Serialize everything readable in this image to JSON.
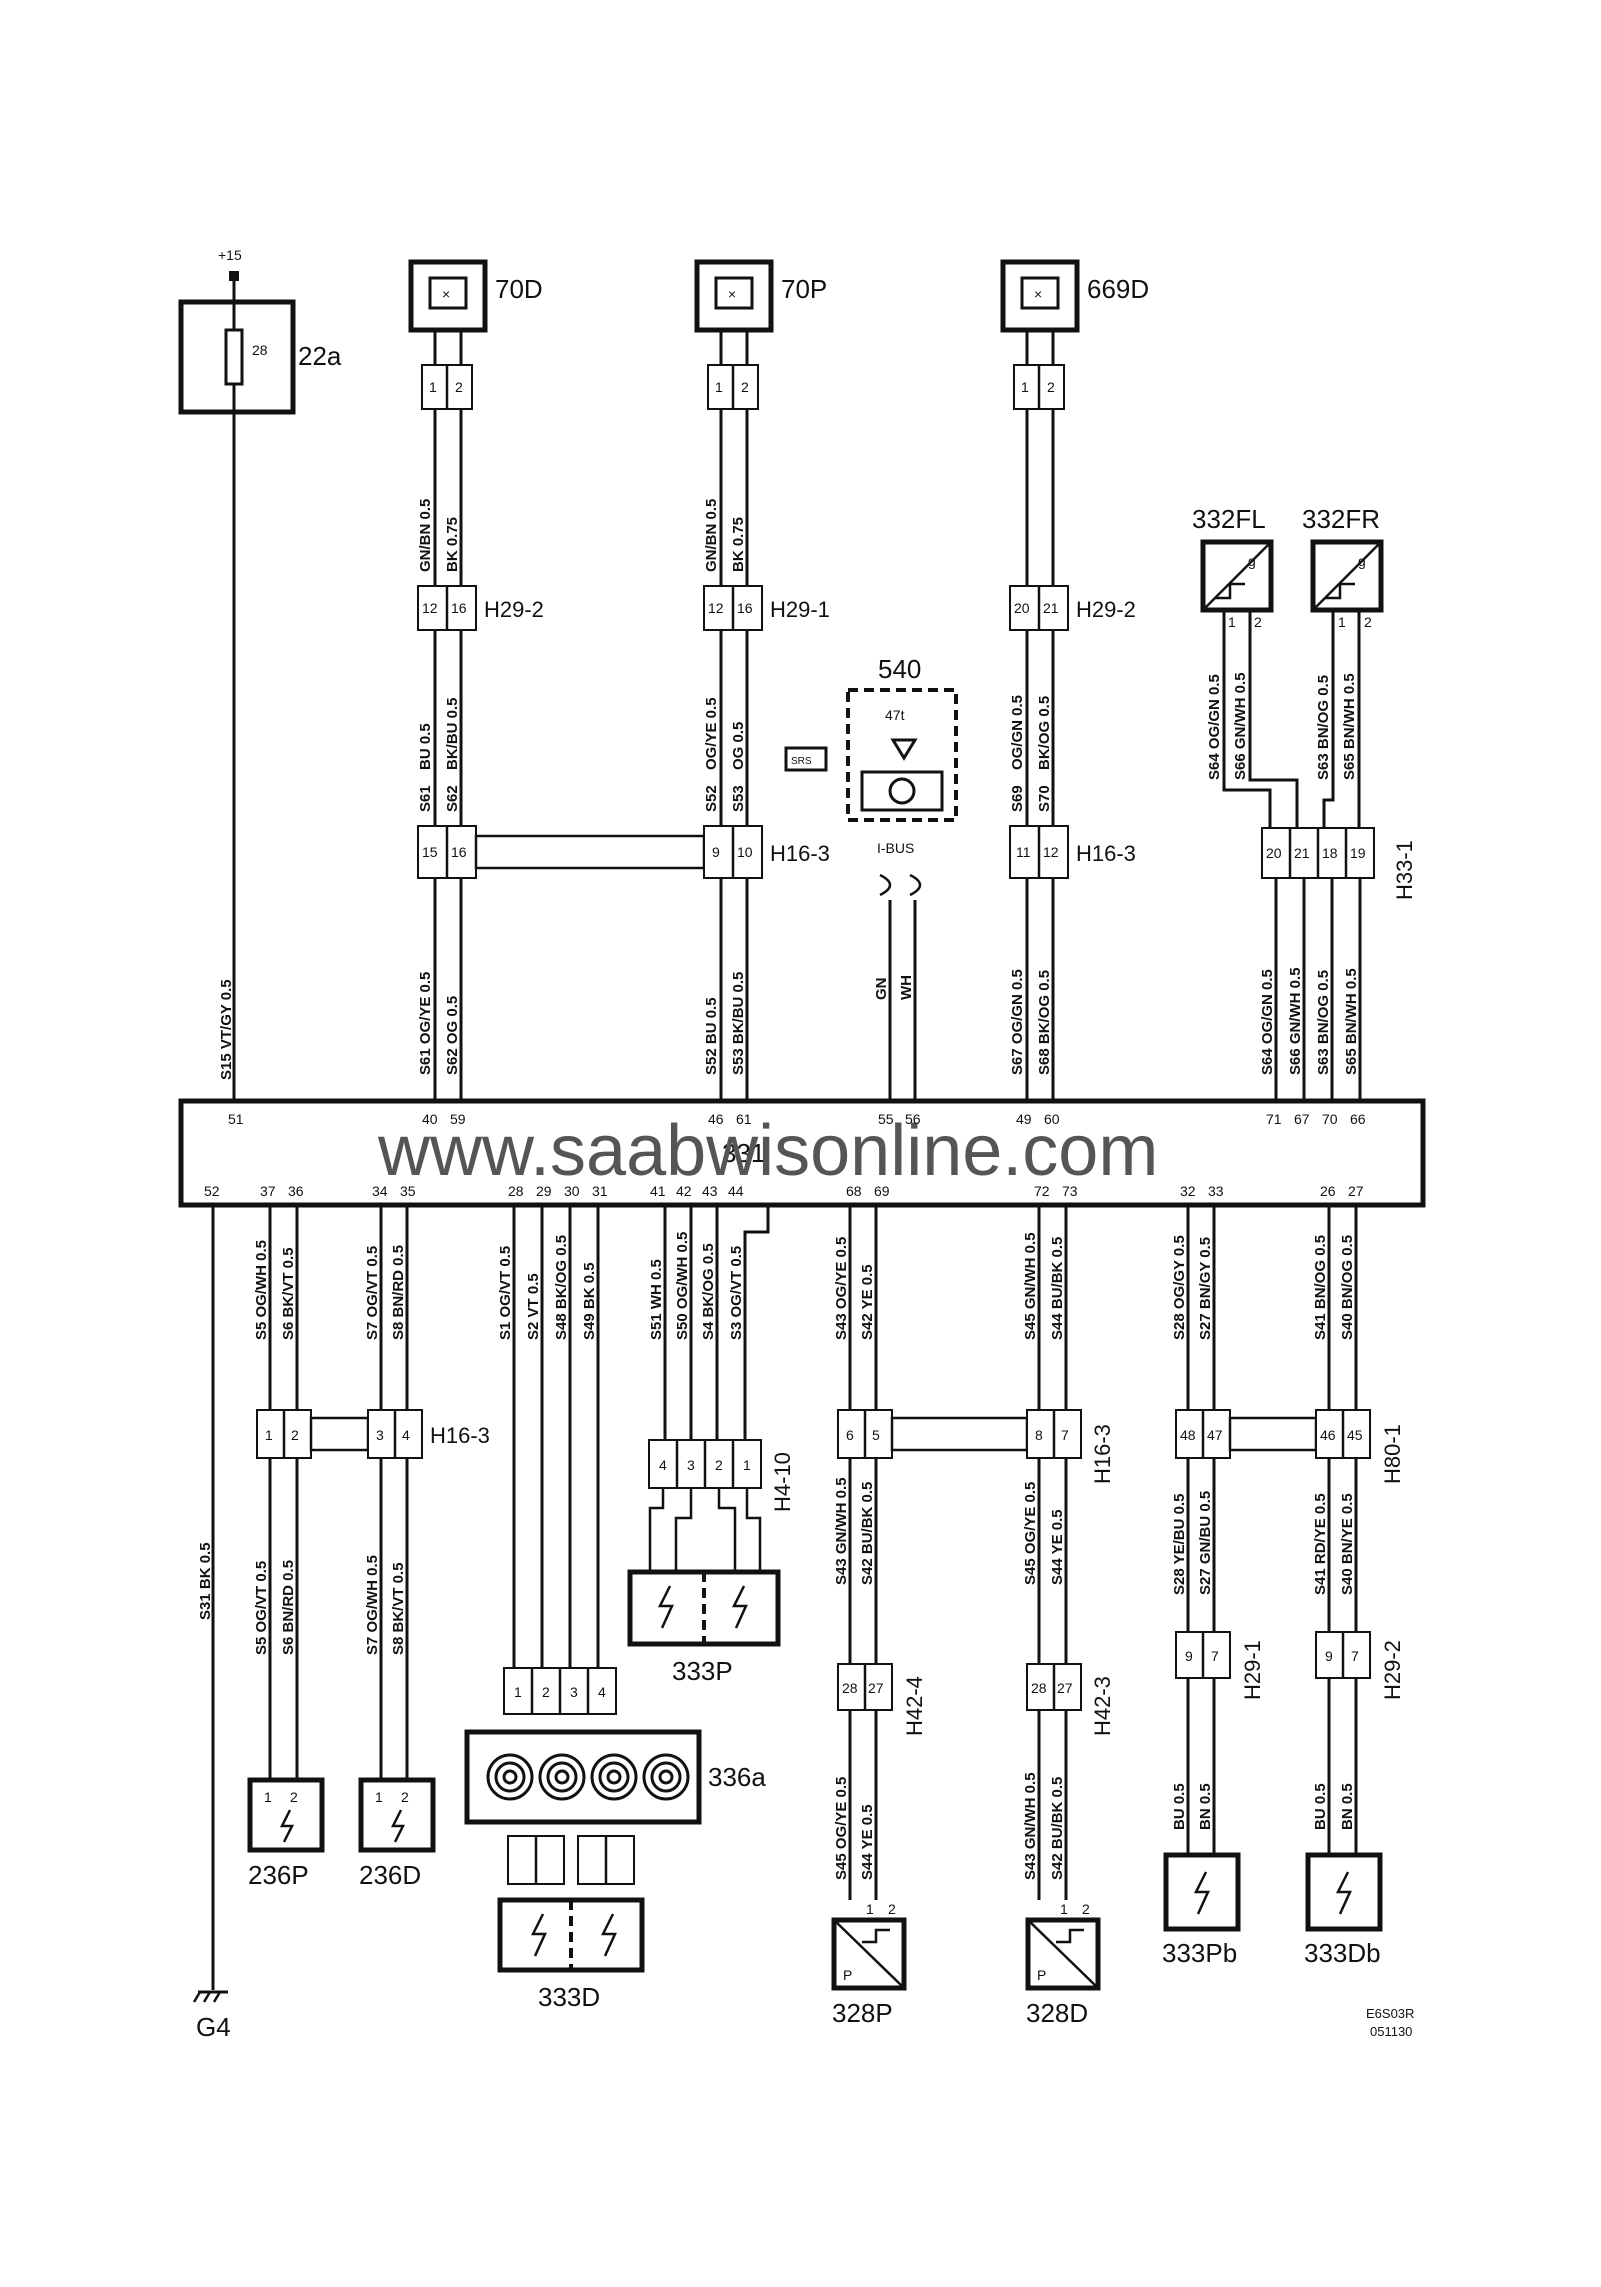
{
  "watermark": "www.saabwisonline.com",
  "doc_code": "E6S03R",
  "doc_date": "051130",
  "supply": "+15",
  "ground": "G4",
  "ecu_label": "331",
  "fuse": {
    "label": "22a",
    "number": "28"
  },
  "components": {
    "c70D": "70D",
    "c70P": "70P",
    "c669D": "669D",
    "c332FL": "332FL",
    "c332FR": "332FR",
    "c332_sym": "g",
    "c540": "540",
    "c540_sub": "47t",
    "c540_bus": "I-BUS",
    "srs": "SRS",
    "c236P": "236P",
    "c236D": "236D",
    "c336a": "336a",
    "c333D": "333D",
    "c333P": "333P",
    "c333Pb": "333Pb",
    "c333Db": "333Db",
    "c328P": "328P",
    "c328D": "328D",
    "c328_sym": "P"
  },
  "connectors": {
    "H29_2": "H29-2",
    "H29_1": "H29-1",
    "H16_3": "H16-3",
    "H33_1": "H33-1",
    "H4_10": "H4-10",
    "H80_1": "H80-1",
    "H42_4": "H42-4",
    "H42_3": "H42-3"
  },
  "pins": {
    "p1": "1",
    "p2": "2",
    "p3": "3",
    "p4": "4",
    "p5": "5",
    "p6": "6",
    "p7": "7",
    "p8": "8",
    "p9": "9",
    "p10": "10",
    "p11": "11",
    "p12": "12",
    "p15": "15",
    "p16": "16",
    "p18": "18",
    "p19": "19",
    "p20": "20",
    "p21": "21",
    "p27": "27",
    "p28": "28",
    "p45": "45",
    "p46": "46",
    "p47": "47",
    "p48": "48"
  },
  "ecu_pins_top": [
    "51",
    "40",
    "59",
    "46",
    "61",
    "55",
    "56",
    "49",
    "60",
    "71",
    "67",
    "70",
    "66"
  ],
  "ecu_pins_bottom": [
    "52",
    "37",
    "36",
    "34",
    "35",
    "28",
    "29",
    "30",
    "31",
    "41",
    "42",
    "43",
    "44",
    "68",
    "69",
    "72",
    "73",
    "32",
    "33",
    "26",
    "27"
  ],
  "wires": {
    "w70D_up1": "GN/BN 0.5",
    "w70D_up2": "BK 0.75",
    "w70D_mid1": "BU 0.5",
    "w70D_mid2": "BK/BU 0.5",
    "w70D_s1": "S61",
    "w70D_s2": "S62",
    "w70D_lo1": "S61 OG/YE 0.5",
    "w70D_lo2": "S62 OG 0.5",
    "w70P_up1": "GN/BN 0.5",
    "w70P_up2": "BK 0.75",
    "w70P_mid1": "OG/YE 0.5",
    "w70P_mid2": "OG 0.5",
    "w70P_s1": "S52",
    "w70P_s2": "S53",
    "w70P_lo1": "S52 BU 0.5",
    "w70P_lo2": "S53 BK/BU 0.5",
    "w669_mid1": "OG/GN 0.5",
    "w669_mid2": "BK/OG 0.5",
    "w669_s1": "S69",
    "w669_s2": "S70",
    "w669_lo1": "S67 OG/GN 0.5",
    "w669_lo2": "S68 BK/OG 0.5",
    "w332_1": "S64 OG/GN 0.5",
    "w332_2": "S66 GN/WH 0.5",
    "w332_3": "S63 BN/OG 0.5",
    "w332_4": "S65 BN/WH 0.5",
    "w332_lo1": "S64 OG/GN 0.5",
    "w332_lo2": "S66 GN/WH 0.5",
    "w332_lo3": "S63 BN/OG 0.5",
    "w332_lo4": "S65 BN/WH 0.5",
    "wbus1": "GN",
    "wbus2": "WH",
    "wsupply": "S15 VT/GY 0.5",
    "wground": "S31 BK 0.5",
    "w236P_1": "S5 OG/WH 0.5",
    "w236P_2": "S6 BK/VT 0.5",
    "w236D_1": "S7 OG/VT 0.5",
    "w236D_2": "S8 BN/RD 0.5",
    "w236P_lo1": "S5 OG/VT 0.5",
    "w236P_lo2": "S6 BN/RD 0.5",
    "w236D_lo1": "S7 OG/WH 0.5",
    "w236D_lo2": "S8 BK/VT 0.5",
    "w336_1": "S1 OG/VT 0.5",
    "w336_2": "S2 VT 0.5",
    "w336_3": "S48 BK/OG 0.5",
    "w336_4": "S49 BK 0.5",
    "w333P_1": "S51 WH 0.5",
    "w333P_2": "S50 OG/WH 0.5",
    "w333P_3": "S4 BK/OG 0.5",
    "w333P_4": "S3 OG/VT 0.5",
    "w328P_1": "S43 OG/YE 0.5",
    "w328P_2": "S42 YE 0.5",
    "w328P_m1": "S43 GN/WH 0.5",
    "w328P_m2": "S42 BU/BK 0.5",
    "w328P_l1": "S45 OG/YE 0.5",
    "w328P_l2": "S44 YE 0.5",
    "w328D_1": "S45 GN/WH 0.5",
    "w328D_2": "S44 BU/BK 0.5",
    "w328D_m1": "S45 OG/YE 0.5",
    "w328D_m2": "S44 YE 0.5",
    "w328D_l1": "S43 GN/WH 0.5",
    "w328D_l2": "S42 BU/BK 0.5",
    "w333Pb_1": "S28 OG/GY 0.5",
    "w333Pb_2": "S27 BN/GY 0.5",
    "w333Pb_m1": "S28 YE/BU 0.5",
    "w333Pb_m2": "S27 GN/BU 0.5",
    "w333Pb_l1": "BU 0.5",
    "w333Pb_l2": "BN 0.5",
    "w333Db_1": "S41 BN/OG 0.5",
    "w333Db_2": "S40 BN/OG 0.5",
    "w333Db_m1": "S41 RD/YE 0.5",
    "w333Db_m2": "S40 BN/YE 0.5",
    "w333Db_l1": "BU 0.5",
    "w333Db_l2": "BN 0.5"
  }
}
